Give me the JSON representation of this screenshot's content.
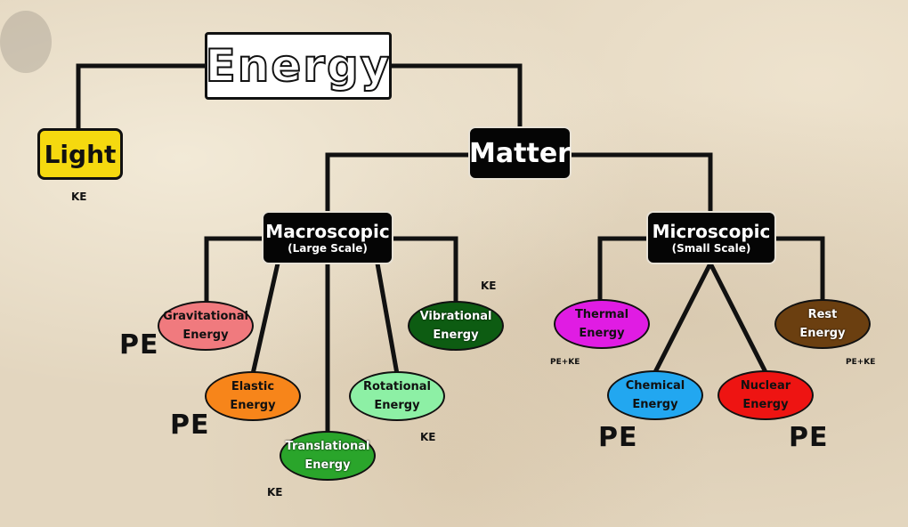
{
  "diagram": {
    "root": "Energy",
    "light": {
      "label": "Light",
      "tag": "KE"
    },
    "matter": {
      "label": "Matter"
    },
    "macroscopic": {
      "label": "Macroscopic",
      "sublabel": "(Large Scale)"
    },
    "microscopic": {
      "label": "Microscopic",
      "sublabel": "(Small Scale)"
    },
    "macro_nodes": [
      {
        "line1": "Gravitational",
        "line2": "Energy",
        "color": "#f07a7e",
        "tag": "PE"
      },
      {
        "line1": "Elastic",
        "line2": "Energy",
        "color": "#f7851a",
        "tag": "PE"
      },
      {
        "line1": "Translational",
        "line2": "Energy",
        "color": "#2aa52b",
        "tag": "KE"
      },
      {
        "line1": "Rotational",
        "line2": "Energy",
        "color": "#8df0a5",
        "tag": "KE"
      },
      {
        "line1": "Vibrational",
        "line2": "Energy",
        "color": "#0d5c12",
        "tag": "KE"
      }
    ],
    "micro_nodes": [
      {
        "line1": "Thermal",
        "line2": "Energy",
        "color": "#e01ce3",
        "tag": "PE+KE"
      },
      {
        "line1": "Chemical",
        "line2": "Energy",
        "color": "#22a7f0",
        "tag": "PE"
      },
      {
        "line1": "Nuclear",
        "line2": "Energy",
        "color": "#ee1412",
        "tag": "PE"
      },
      {
        "line1": "Rest",
        "line2": "Energy",
        "color": "#6b3f10",
        "tag": "PE+KE"
      }
    ]
  }
}
